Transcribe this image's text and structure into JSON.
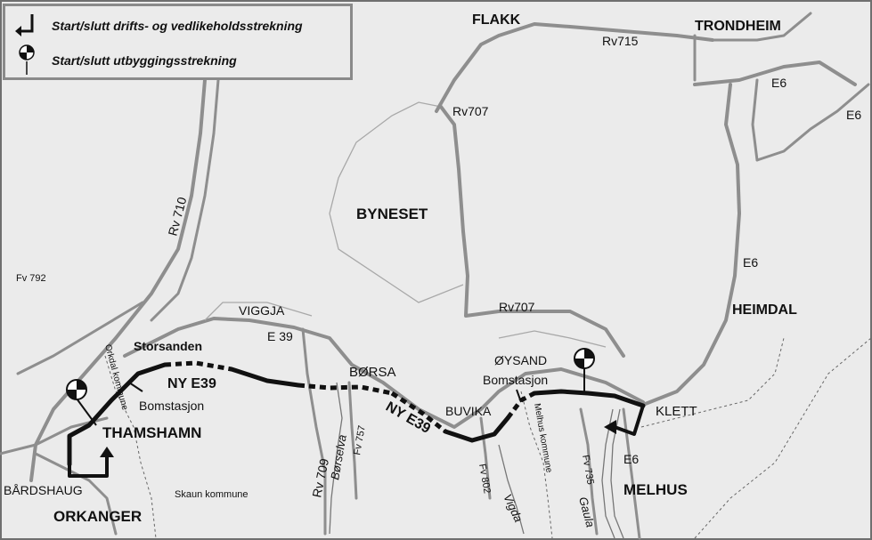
{
  "legend": {
    "drift_label": "Start/slutt drifts- og vedlikeholdsstrekning",
    "build_label": "Start/slutt utbyggingsstrekning"
  },
  "places": {
    "flakk": "FLAKK",
    "trondheim": "TRONDHEIM",
    "byneset": "BYNESET",
    "heimdal": "HEIMDAL",
    "viggja": "VIGGJA",
    "storsanden": "Storsanden",
    "borsa": "BØRSA",
    "oysand": "ØYSAND",
    "buvika": "BUVIKA",
    "klett": "KLETT",
    "thamshamn": "THAMSHAMN",
    "bardshaug": "BÅRDSHAUG",
    "orkanger": "ORKANGER",
    "melhus": "MELHUS"
  },
  "roads": {
    "rv715": "Rv715",
    "rv707_north": "Rv707",
    "rv707_south": "Rv707",
    "e6_a": "E6",
    "e6_b": "E6",
    "e6_c": "E6",
    "e6_d": "E6",
    "rv710": "Rv 710",
    "fv792": "Fv 792",
    "e39": "E 39",
    "ny_e39_west": "NY E39",
    "ny_e39_east": "NY E39",
    "rv709": "Rv 709",
    "fv757": "Fv 757",
    "fv802": "Fv 802",
    "fv735": "Fv 735"
  },
  "toll": {
    "west": "Bomstasjon",
    "east": "Bomstasjon"
  },
  "municipalities": {
    "orkdal": "Orkdal kommune",
    "skaun": "Skaun kommune",
    "melhus": "Melhus kommune"
  },
  "rivers": {
    "borselva": "Børselva",
    "vigda": "Vigda",
    "gaula": "Gaula"
  }
}
